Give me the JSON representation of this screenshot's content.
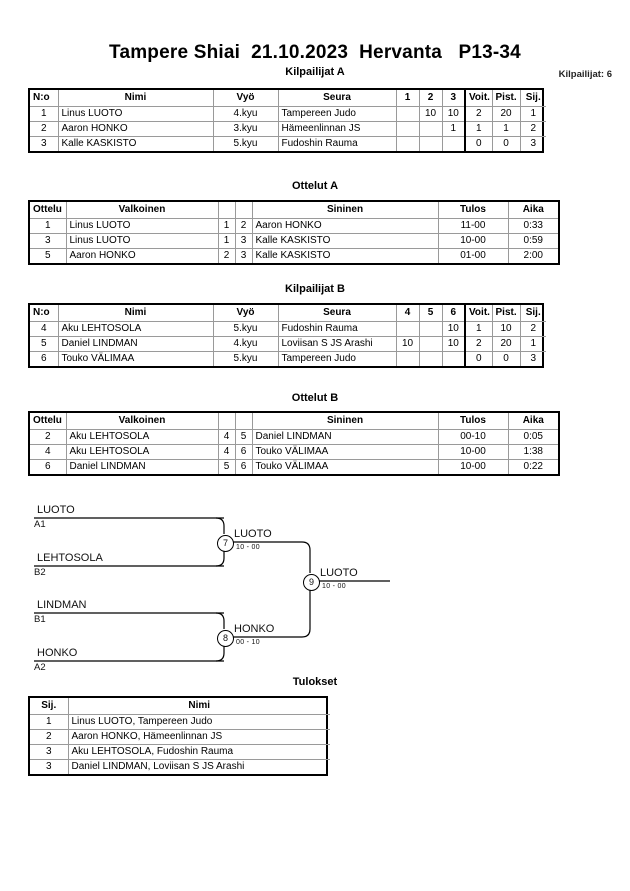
{
  "header": {
    "title": "Tampere Shiai  21.10.2023  Hervanta   P13-34",
    "competitor_count_label": "Kilpailijat: 6"
  },
  "sections": {
    "pool_a_heading": "Kilpailijat A",
    "matches_a_heading": "Ottelut A",
    "pool_b_heading": "Kilpailijat B",
    "matches_b_heading": "Ottelut B",
    "results_heading": "Tulokset"
  },
  "pool_table": {
    "columns": [
      "N:o",
      "Nimi",
      "Vyö",
      "Seura",
      "Voit.",
      "Pist.",
      "Sij."
    ],
    "pool_a": {
      "opponent_columns": [
        "1",
        "2",
        "3"
      ],
      "rows": [
        {
          "no": "1",
          "name": "Linus LUOTO",
          "grade": "4.kyu",
          "club": "Tampereen Judo",
          "scores": [
            "",
            "10",
            "10"
          ],
          "wins": "2",
          "points": "20",
          "rank": "1"
        },
        {
          "no": "2",
          "name": "Aaron HONKO",
          "grade": "3.kyu",
          "club": "Hämeenlinnan JS",
          "scores": [
            "",
            "",
            "1"
          ],
          "wins": "1",
          "points": "1",
          "rank": "2"
        },
        {
          "no": "3",
          "name": "Kalle KASKISTO",
          "grade": "5.kyu",
          "club": "Fudoshin Rauma",
          "scores": [
            "",
            "",
            ""
          ],
          "wins": "0",
          "points": "0",
          "rank": "3"
        }
      ]
    },
    "pool_b": {
      "opponent_columns": [
        "4",
        "5",
        "6"
      ],
      "rows": [
        {
          "no": "4",
          "name": "Aku LEHTOSOLA",
          "grade": "5.kyu",
          "club": "Fudoshin Rauma",
          "scores": [
            "",
            "",
            "10"
          ],
          "wins": "1",
          "points": "10",
          "rank": "2"
        },
        {
          "no": "5",
          "name": "Daniel LINDMAN",
          "grade": "4.kyu",
          "club": "Loviisan S JS Arashi",
          "scores": [
            "10",
            "",
            "10"
          ],
          "wins": "2",
          "points": "20",
          "rank": "1"
        },
        {
          "no": "6",
          "name": "Touko VÄLIMAA",
          "grade": "5.kyu",
          "club": "Tampereen Judo",
          "scores": [
            "",
            "",
            ""
          ],
          "wins": "0",
          "points": "0",
          "rank": "3"
        }
      ]
    }
  },
  "match_table": {
    "columns": [
      "Ottelu",
      "Valkoinen",
      "Sininen",
      "Tulos",
      "Aika"
    ],
    "matches_a": [
      {
        "match": "1",
        "white": "Linus LUOTO",
        "white_no": "1",
        "blue_no": "2",
        "blue": "Aaron HONKO",
        "result": "11-00",
        "time": "0:33"
      },
      {
        "match": "3",
        "white": "Linus LUOTO",
        "white_no": "1",
        "blue_no": "3",
        "blue": "Kalle KASKISTO",
        "result": "10-00",
        "time": "0:59"
      },
      {
        "match": "5",
        "white": "Aaron HONKO",
        "white_no": "2",
        "blue_no": "3",
        "blue": "Kalle KASKISTO",
        "result": "01-00",
        "time": "2:00"
      }
    ],
    "matches_b": [
      {
        "match": "2",
        "white": "Aku LEHTOSOLA",
        "white_no": "4",
        "blue_no": "5",
        "blue": "Daniel LINDMAN",
        "result": "00-10",
        "time": "0:05"
      },
      {
        "match": "4",
        "white": "Aku LEHTOSOLA",
        "white_no": "4",
        "blue_no": "6",
        "blue": "Touko VÄLIMAA",
        "result": "10-00",
        "time": "1:38"
      },
      {
        "match": "6",
        "white": "Daniel LINDMAN",
        "white_no": "5",
        "blue_no": "6",
        "blue": "Touko VÄLIMAA",
        "result": "10-00",
        "time": "0:22"
      }
    ]
  },
  "bracket": {
    "entries": [
      {
        "name": "LUOTO",
        "seed": "A1"
      },
      {
        "name": "LEHTOSOLA",
        "seed": "B2"
      },
      {
        "name": "LINDMAN",
        "seed": "B1"
      },
      {
        "name": "HONKO",
        "seed": "A2"
      }
    ],
    "semifinal_upper": {
      "number": "7",
      "winner": "LUOTO",
      "score": "10 - 00"
    },
    "semifinal_lower": {
      "number": "8",
      "winner": "HONKO",
      "score": "00 - 10"
    },
    "final": {
      "number": "9",
      "winner": "LUOTO",
      "score": "10 - 00"
    }
  },
  "results_table": {
    "columns": [
      "Sij.",
      "Nimi"
    ],
    "rows": [
      {
        "rank": "1",
        "name": "Linus LUOTO, Tampereen Judo"
      },
      {
        "rank": "2",
        "name": "Aaron HONKO, Hämeenlinnan JS"
      },
      {
        "rank": "3",
        "name": "Aku LEHTOSOLA, Fudoshin Rauma"
      },
      {
        "rank": "3",
        "name": "Daniel LINDMAN, Loviisan S JS Arashi"
      }
    ]
  }
}
